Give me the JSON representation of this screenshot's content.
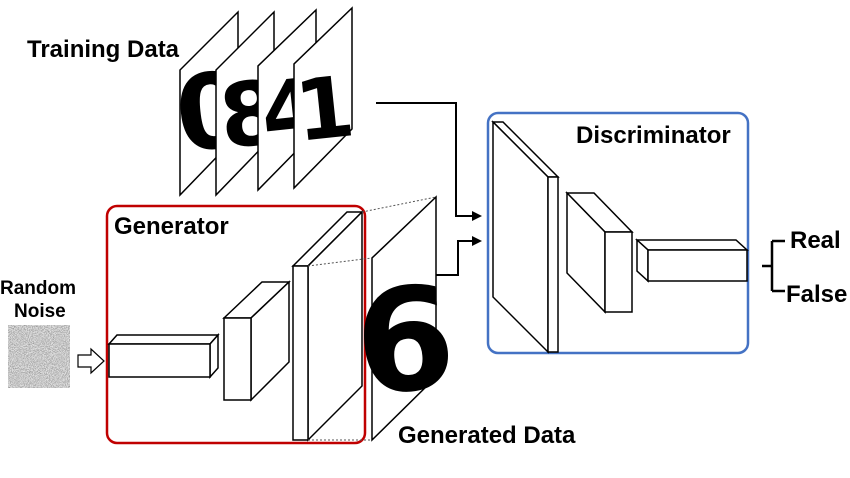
{
  "labels": {
    "training_data": "Training Data",
    "generator": "Generator",
    "discriminator": "Discriminator",
    "random_noise_line1": "Random",
    "random_noise_line2": "Noise",
    "generated_data": "Generated Data",
    "real": "Real",
    "false": "False"
  },
  "training_digits": [
    "0",
    "8",
    "4",
    "1"
  ],
  "generated_digit": "6",
  "colors": {
    "generator_border": "#c00000",
    "discriminator_border": "#4472c4"
  }
}
